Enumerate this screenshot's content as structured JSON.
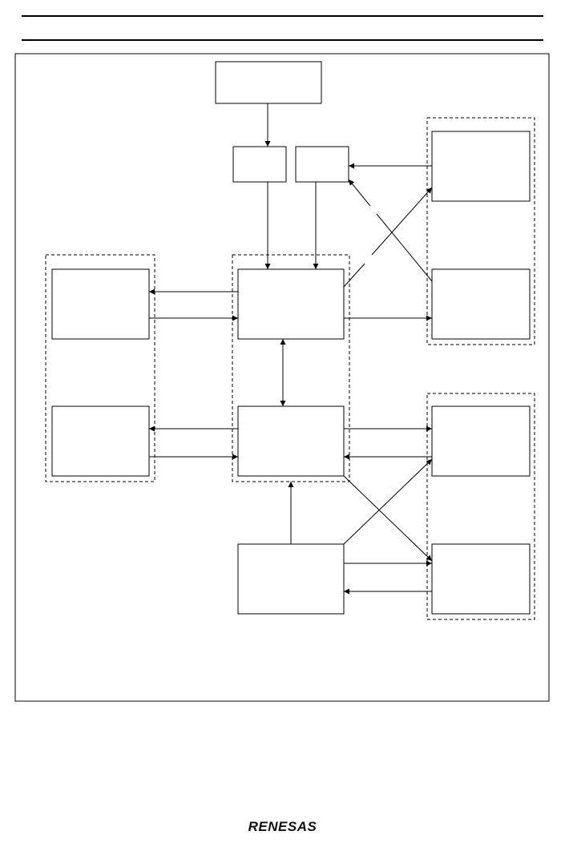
{
  "header": {
    "title": "",
    "subtitle": ""
  },
  "diagram": {
    "blocks": [
      {
        "id": "top",
        "label": ""
      },
      {
        "id": "small-left",
        "label": ""
      },
      {
        "id": "small-right",
        "label": ""
      },
      {
        "id": "right-upper-1",
        "label": ""
      },
      {
        "id": "right-upper-2",
        "label": ""
      },
      {
        "id": "left-1",
        "label": ""
      },
      {
        "id": "left-2",
        "label": ""
      },
      {
        "id": "center-1",
        "label": ""
      },
      {
        "id": "center-2",
        "label": ""
      },
      {
        "id": "right-lower-1",
        "label": ""
      },
      {
        "id": "right-lower-2",
        "label": ""
      },
      {
        "id": "bottom",
        "label": ""
      }
    ],
    "caption": ""
  },
  "footer": {
    "logo_text": "RENESAS"
  },
  "colors": {
    "line": "#000000",
    "background": "#ffffff"
  }
}
